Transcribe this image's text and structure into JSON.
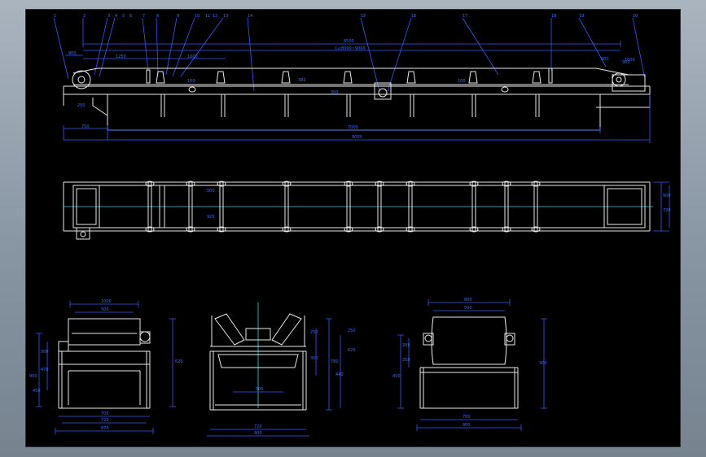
{
  "side_view": {
    "callouts": [
      "1",
      "2",
      "3",
      "4",
      "5",
      "6",
      "7",
      "8",
      "9",
      "10",
      "11",
      "12",
      "13",
      "14",
      "15",
      "16",
      "17",
      "18",
      "19",
      "20"
    ],
    "dims": {
      "overall_top": "8500",
      "range": "L≤8000~9000",
      "left_end": "900",
      "pitch_top": "1250",
      "pitch_mid": "1000",
      "left_lower": "750",
      "mid_lower": "7000",
      "total_lower": "9000",
      "right_end": "1000",
      "small_a": "900",
      "small_b": "900",
      "inc_a": "100",
      "inc_b": "100",
      "roller_gap": "300",
      "belt_h": "380",
      "mini": "250"
    }
  },
  "plan_view": {
    "dims": {
      "width_outer": "900",
      "width_inner": "720",
      "side_a": "500",
      "side_b": "920"
    }
  },
  "end_view_left": {
    "dims": {
      "top_outer": "1000",
      "top_inner": "500",
      "h1": "300",
      "h2": "470",
      "h3": "450",
      "h_total": "900",
      "side_h": "620",
      "base_inner": "700",
      "base_mid": "720",
      "base_outer": "870"
    }
  },
  "cross_section": {
    "dims": {
      "h1": "250",
      "h2": "300",
      "h3": "440",
      "h_total": "780",
      "trough": "500",
      "base_inner": "720",
      "base_outer": "900",
      "side_a": "620",
      "side_b": "250"
    }
  },
  "end_view_right": {
    "dims": {
      "top_outer": "800",
      "top_inner": "500",
      "h1": "200",
      "h2": "250",
      "h3": "450",
      "h_total": "900",
      "base_inner": "700",
      "base_outer": "900"
    }
  }
}
